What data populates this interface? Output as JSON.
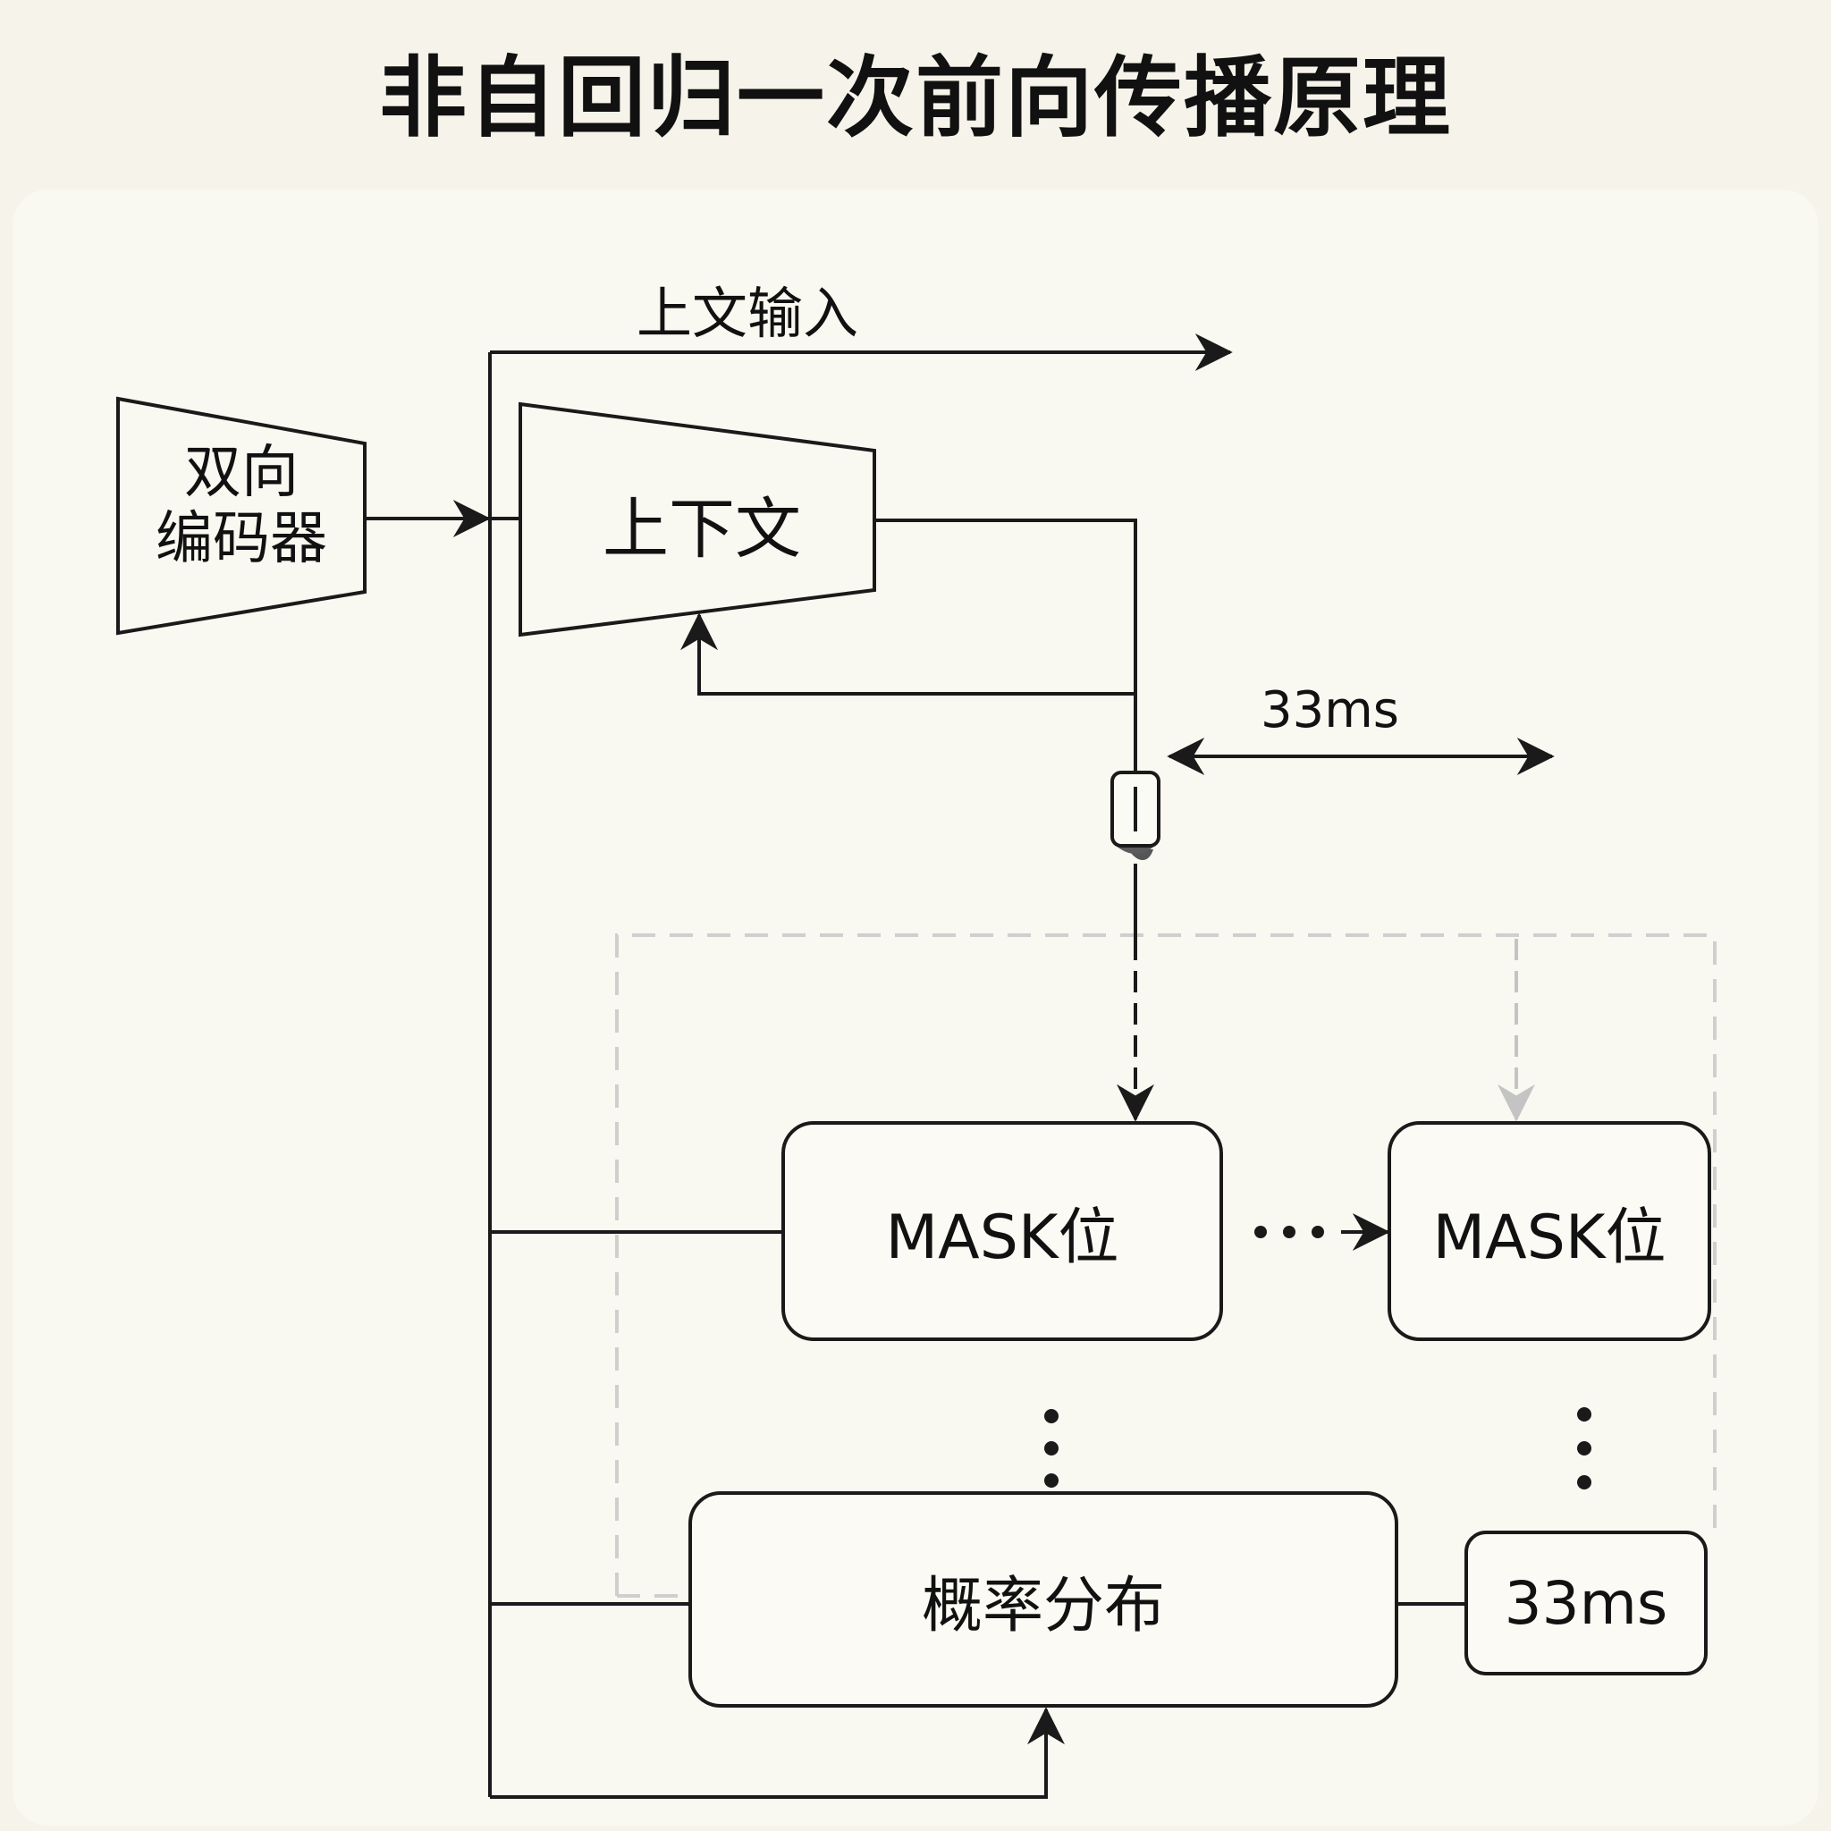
{
  "title": "非自回归一次前向传播原理",
  "nodes": {
    "encoder": {
      "label_line1": "双向",
      "label_line2": "编码器"
    },
    "context": {
      "label": "上下文"
    },
    "mask1": {
      "label": "MASK位"
    },
    "mask2": {
      "label": "MASK位"
    },
    "prob": {
      "label": "概率分布"
    },
    "time_box": {
      "label": "33ms"
    }
  },
  "edges": {
    "upper_input": {
      "label": "上文输入"
    },
    "latency": {
      "label": "33ms"
    }
  },
  "icons": {
    "ellipsis_horizontal": "•••",
    "ellipsis_vertical_1": "⋮",
    "ellipsis_vertical_2": "⋮"
  },
  "colors": {
    "background": "#f6f4ea",
    "stroke": "#1a1a1a",
    "dashed": "#c8c8c8"
  }
}
